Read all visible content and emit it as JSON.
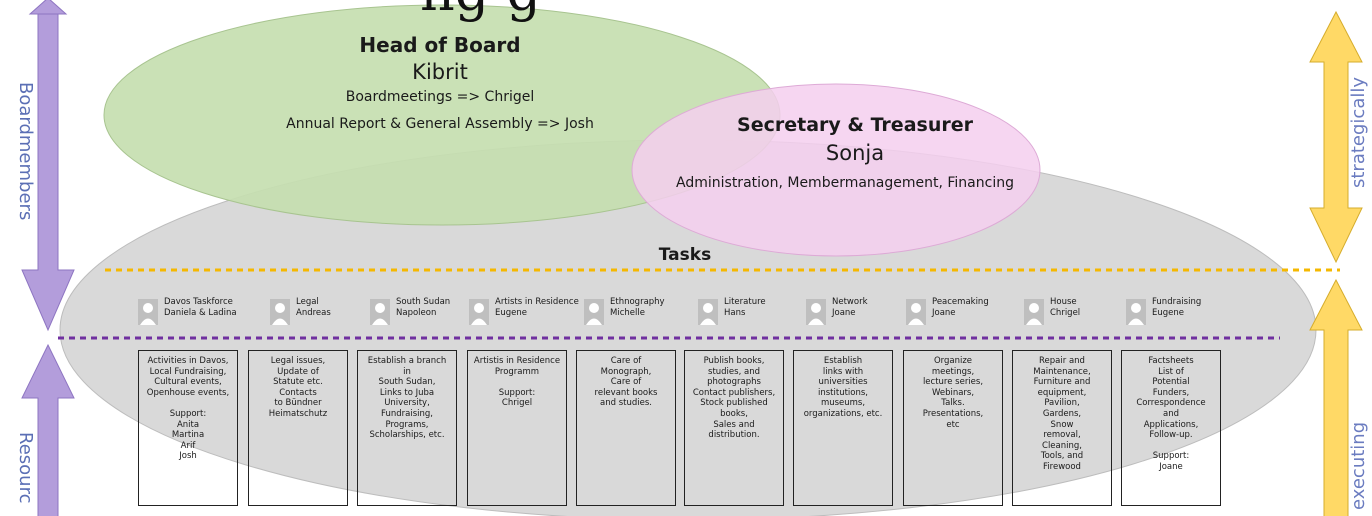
{
  "header": {
    "title_fragment": "ng g"
  },
  "side": {
    "left_top": "Boardmembers",
    "left_bottom": "Resourc",
    "right_top": "strategically",
    "right_bottom": "executing"
  },
  "head_of_board": {
    "title": "Head of Board",
    "name": "Kibrit",
    "line1": "Boardmeetings => Chrigel",
    "line2": "Annual  Report & General Assembly => Josh"
  },
  "secretary": {
    "title": "Secretary & Treasurer",
    "name": "Sonja",
    "line1": "Administration, Membermanagement, Financing"
  },
  "tasks": {
    "title": "Tasks"
  },
  "roles": [
    {
      "role": "Davos Taskforce",
      "person": "Daniela & Ladina",
      "description": "Activities in Davos,\nLocal Fundraising,\nCultural events,\nOpenhouse events,\n\nSupport:\nAnita\nMartina\nArif\nJosh"
    },
    {
      "role": "Legal",
      "person": "Andreas",
      "description": "Legal issues,\nUpdate of\nStatute etc.\nContacts\nto Bündner\nHeimatschutz"
    },
    {
      "role": "South Sudan",
      "person": "Napoleon",
      "description": "Establish a branch\nin\nSouth Sudan,\nLinks to Juba\nUniversity,\nFundraising,\nPrograms,\nScholarships, etc."
    },
    {
      "role": "Artists in Residence",
      "person": "Eugene",
      "description": "Artistis in Residence\nProgramm\n\nSupport:\nChrigel"
    },
    {
      "role": "Ethnography",
      "person": "Michelle",
      "description": "Care of\nMonograph,\nCare of\nrelevant books\nand studies."
    },
    {
      "role": "Literature",
      "person": "Hans",
      "description": "Publish books,\nstudies, and\nphotographs\nContact publishers,\nStock published\nbooks,\nSales and\ndistribution."
    },
    {
      "role": "Network",
      "person": "Joane",
      "description": "Establish\nlinks with\nuniversities\ninstitutions,\nmuseums,\norganizations, etc."
    },
    {
      "role": "Peacemaking",
      "person": "Joane",
      "description": "Organize\nmeetings,\nlecture series,\nWebinars,\nTalks.\nPresentations,\netc"
    },
    {
      "role": "House",
      "person": "Chrigel",
      "description": "Repair and\nMaintenance,\nFurniture and\nequipment,\nPavilion,\nGardens,\nSnow\nremoval,\nCleaning,\nTools, and\nFirewood"
    },
    {
      "role": "Fundraising",
      "person": "Eugene",
      "description": "Factsheets\nList of\nPotential\nFunders,\nCorrespondence\nand\nApplications,\nFollow-up.\n\nSupport:\nJoane"
    }
  ],
  "colors": {
    "head_ellipse": "#c6deb0",
    "secretary_ellipse": "#f4cfee",
    "tasks_ellipse": "#d9d9d9",
    "left_arrows": "#b39ddb",
    "right_arrows": "#ffd966",
    "orange_dash": "#f5b800",
    "purple_dash": "#7030a0",
    "side_text_left": "#5b6fb5",
    "side_text_right": "#6b7cc0"
  },
  "icons": {
    "person": "person-placeholder-icon"
  }
}
